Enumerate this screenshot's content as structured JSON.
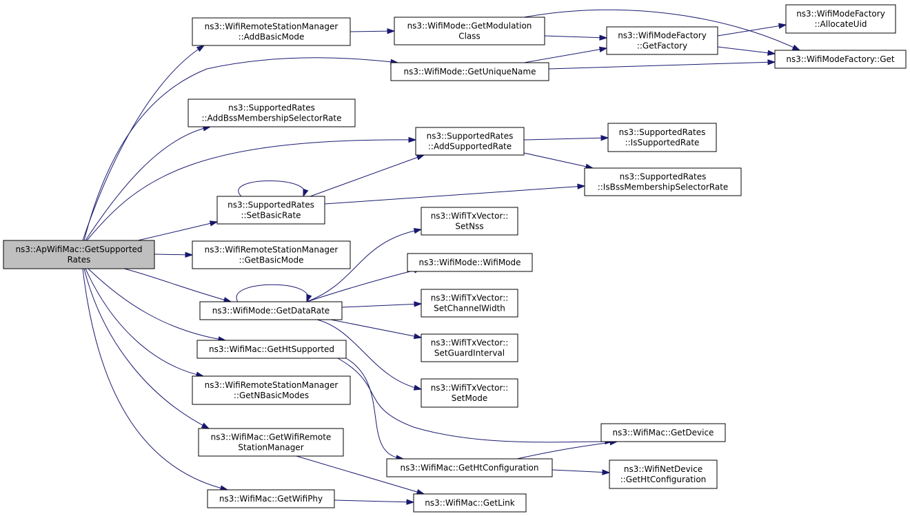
{
  "colors": {
    "edge": "#191970",
    "root_fill": "#bfbfbf",
    "node_fill": "#ffffff",
    "node_border": "#000000"
  },
  "nodes": {
    "root": {
      "lines": [
        "ns3::ApWifiMac::GetSupported",
        "Rates"
      ]
    },
    "rsm_addbasicmode": {
      "lines": [
        "ns3::WifiRemoteStationManager",
        "::AddBasicMode"
      ]
    },
    "mode_getmodclass": {
      "lines": [
        "ns3::WifiMode::GetModulation",
        "Class"
      ]
    },
    "factory_getfactory": {
      "lines": [
        "ns3::WifiModeFactory",
        "::GetFactory"
      ]
    },
    "factory_allocuid": {
      "lines": [
        "ns3::WifiModeFactory",
        "::AllocateUid"
      ]
    },
    "factory_get": {
      "lines": [
        "ns3::WifiModeFactory::Get"
      ]
    },
    "mode_getuniquename": {
      "lines": [
        "ns3::WifiMode::GetUniqueName"
      ]
    },
    "sr_addbss": {
      "lines": [
        "ns3::SupportedRates",
        "::AddBssMembershipSelectorRate"
      ]
    },
    "sr_addsupported": {
      "lines": [
        "ns3::SupportedRates",
        "::AddSupportedRate"
      ]
    },
    "sr_issupported": {
      "lines": [
        "ns3::SupportedRates",
        "::IsSupportedRate"
      ]
    },
    "sr_isbss": {
      "lines": [
        "ns3::SupportedRates",
        "::IsBssMembershipSelectorRate"
      ]
    },
    "sr_setbasic": {
      "lines": [
        "ns3::SupportedRates",
        "::SetBasicRate"
      ]
    },
    "tx_setnss": {
      "lines": [
        "ns3::WifiTxVector::",
        "SetNss"
      ]
    },
    "mode_ctor": {
      "lines": [
        "ns3::WifiMode::WifiMode"
      ]
    },
    "rsm_getbasicmode": {
      "lines": [
        "ns3::WifiRemoteStationManager",
        "::GetBasicMode"
      ]
    },
    "mode_getdatarate": {
      "lines": [
        "ns3::WifiMode::GetDataRate"
      ]
    },
    "tx_setchannelwidth": {
      "lines": [
        "ns3::WifiTxVector::",
        "SetChannelWidth"
      ]
    },
    "tx_setguard": {
      "lines": [
        "ns3::WifiTxVector::",
        "SetGuardInterval"
      ]
    },
    "mac_gethtsupported": {
      "lines": [
        "ns3::WifiMac::GetHtSupported"
      ]
    },
    "tx_setmode": {
      "lines": [
        "ns3::WifiTxVector::",
        "SetMode"
      ]
    },
    "rsm_getnbasic": {
      "lines": [
        "ns3::WifiRemoteStationManager",
        "::GetNBasicModes"
      ]
    },
    "mac_getdevice": {
      "lines": [
        "ns3::WifiMac::GetDevice"
      ]
    },
    "mac_getrsm": {
      "lines": [
        "ns3::WifiMac::GetWifiRemote",
        "StationManager"
      ]
    },
    "mac_gethtconfig": {
      "lines": [
        "ns3::WifiMac::GetHtConfiguration"
      ]
    },
    "nd_gethtconfig": {
      "lines": [
        "ns3::WifiNetDevice",
        "::GetHtConfiguration"
      ]
    },
    "mac_getwifiphy": {
      "lines": [
        "ns3::WifiMac::GetWifiPhy"
      ]
    },
    "mac_getlink": {
      "lines": [
        "ns3::WifiMac::GetLink"
      ]
    }
  },
  "edges": [
    [
      "root",
      "rsm_addbasicmode"
    ],
    [
      "root",
      "mode_getuniquename"
    ],
    [
      "root",
      "sr_addbss"
    ],
    [
      "root",
      "sr_addsupported"
    ],
    [
      "root",
      "sr_setbasic"
    ],
    [
      "root",
      "rsm_getbasicmode"
    ],
    [
      "root",
      "mode_getdatarate"
    ],
    [
      "root",
      "mac_gethtsupported"
    ],
    [
      "root",
      "rsm_getnbasic"
    ],
    [
      "root",
      "mac_getrsm"
    ],
    [
      "root",
      "mac_getwifiphy"
    ],
    [
      "rsm_addbasicmode",
      "mode_getmodclass"
    ],
    [
      "mode_getmodclass",
      "factory_getfactory"
    ],
    [
      "mode_getmodclass",
      "factory_get"
    ],
    [
      "factory_getfactory",
      "factory_allocuid"
    ],
    [
      "factory_getfactory",
      "factory_get"
    ],
    [
      "mode_getuniquename",
      "factory_getfactory"
    ],
    [
      "mode_getuniquename",
      "factory_get"
    ],
    [
      "sr_addsupported",
      "sr_issupported"
    ],
    [
      "sr_addsupported",
      "sr_isbss"
    ],
    [
      "sr_setbasic",
      "sr_setbasic"
    ],
    [
      "sr_setbasic",
      "sr_addsupported"
    ],
    [
      "sr_setbasic",
      "sr_isbss"
    ],
    [
      "mode_getdatarate",
      "mode_getdatarate"
    ],
    [
      "mode_getdatarate",
      "tx_setnss"
    ],
    [
      "mode_getdatarate",
      "mode_ctor"
    ],
    [
      "mode_getdatarate",
      "tx_setchannelwidth"
    ],
    [
      "mode_getdatarate",
      "tx_setguard"
    ],
    [
      "mode_getdatarate",
      "tx_setmode"
    ],
    [
      "mac_gethtsupported",
      "mac_getdevice"
    ],
    [
      "mac_gethtsupported",
      "mac_gethtconfig"
    ],
    [
      "mac_gethtconfig",
      "mac_getdevice"
    ],
    [
      "mac_gethtconfig",
      "nd_gethtconfig"
    ],
    [
      "mac_getrsm",
      "mac_getlink"
    ],
    [
      "mac_getwifiphy",
      "mac_getlink"
    ]
  ]
}
